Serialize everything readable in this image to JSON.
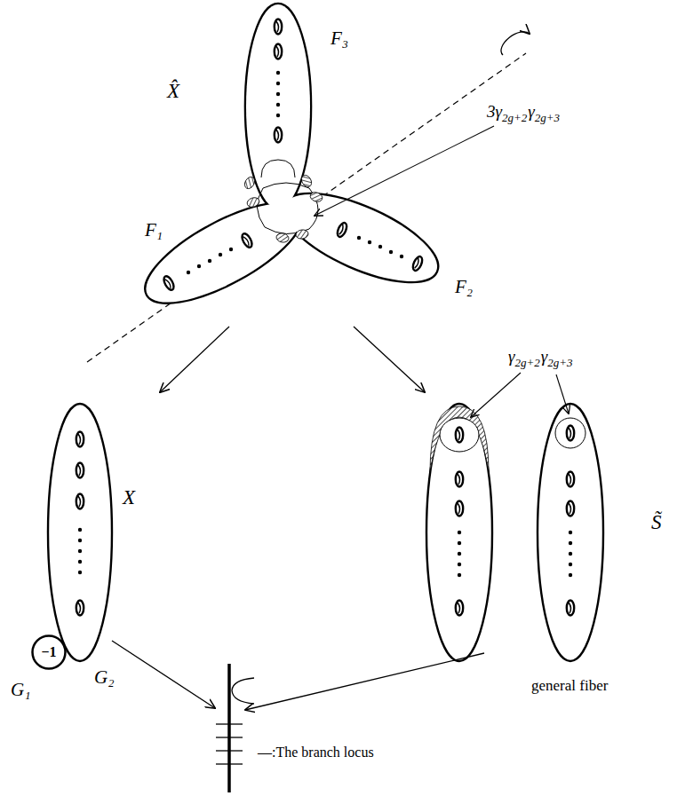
{
  "diagram": {
    "nodes": [
      {
        "text": [
          "−1"
        ]
      }
    ],
    "labels": [
      "F₃",
      "X̂",
      "3γ",
      "2g+2",
      "γ",
      "2g+3",
      "F₁",
      "F₂",
      "X",
      "G₂",
      "G₁",
      "γ",
      "2g+2",
      "γ",
      "2g+3",
      "S̃",
      "general fiber",
      "—:The branch locus"
    ]
  }
}
